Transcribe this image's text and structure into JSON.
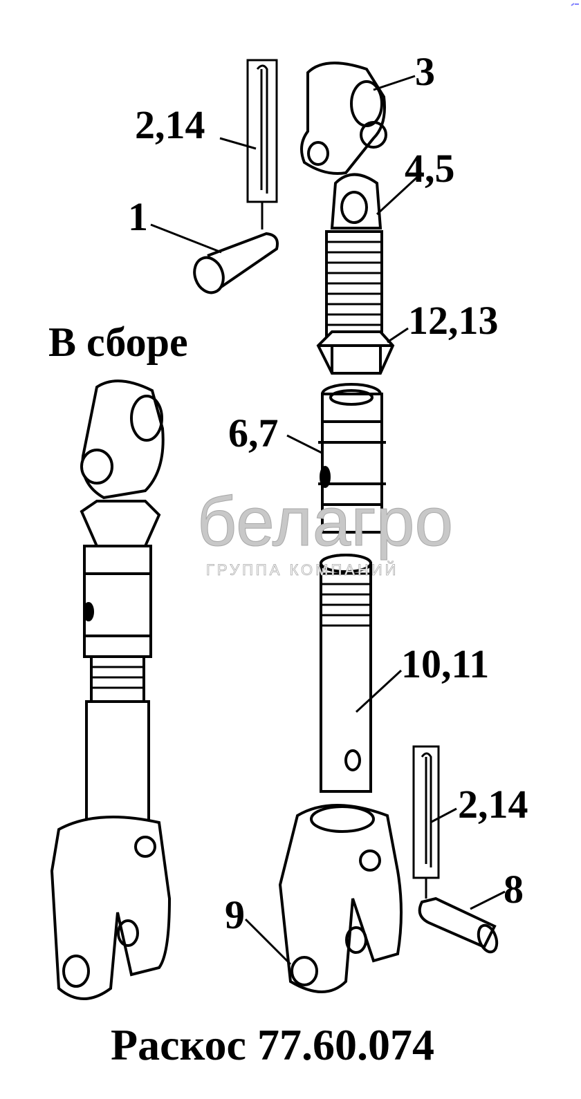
{
  "diagram": {
    "title": "Раскос 77.60.074",
    "assembled_label": "В сборе",
    "callouts": {
      "cotter_pin_top": "2,14",
      "pin_top": "1",
      "fork_top": "3",
      "screw": "4,5",
      "nut": "12,13",
      "sleeve": "6,7",
      "tube": "10,11",
      "cotter_pin_bottom": "2,14",
      "pin_bottom": "8",
      "fork_bottom": "9"
    },
    "watermark": {
      "brand": "белагро",
      "subtitle": "ГРУППА КОМПАНИЙ"
    },
    "colors": {
      "ink": "#000000",
      "watermark": "#bbbbbb",
      "corner_mark": "#8080ff"
    }
  }
}
